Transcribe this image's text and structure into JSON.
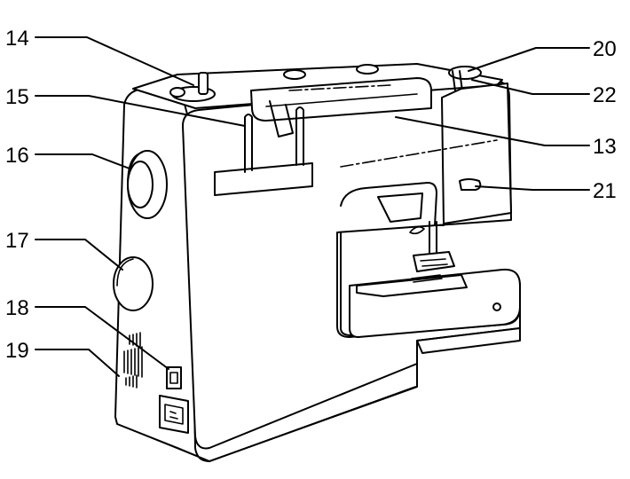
{
  "figure": {
    "subject": "sewing machine parts diagram",
    "line_color": "#000000",
    "background": "#ffffff"
  },
  "callouts": [
    {
      "id": "c14",
      "label": "14"
    },
    {
      "id": "c15",
      "label": "15"
    },
    {
      "id": "c16",
      "label": "16"
    },
    {
      "id": "c17",
      "label": "17"
    },
    {
      "id": "c18",
      "label": "18"
    },
    {
      "id": "c19",
      "label": "19"
    },
    {
      "id": "c20",
      "label": "20"
    },
    {
      "id": "c22",
      "label": "22"
    },
    {
      "id": "c13",
      "label": "13"
    },
    {
      "id": "c21",
      "label": "21"
    }
  ]
}
